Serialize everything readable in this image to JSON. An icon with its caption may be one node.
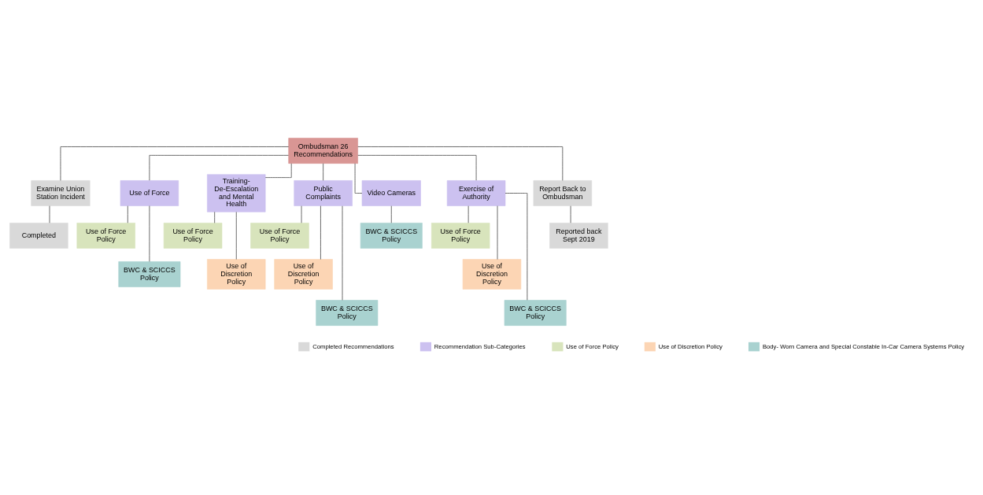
{
  "diagram": {
    "nodes": [
      {
        "text": [
          "Ombudsman 26 Recommendations"
        ]
      },
      {
        "text": [
          "Examine Union Station Incident"
        ]
      },
      {
        "text": [
          "Use of Force"
        ]
      },
      {
        "text": [
          "Training- De-Escalation and Mental Health"
        ]
      },
      {
        "text": [
          "Public Complaints"
        ]
      },
      {
        "text": [
          "Video Cameras"
        ]
      },
      {
        "text": [
          "Exercise of Authority"
        ]
      },
      {
        "text": [
          "Report Back to Ombudsman"
        ]
      },
      {
        "text": [
          "Completed"
        ]
      },
      {
        "text": [
          "Use of Force Policy"
        ]
      },
      {
        "text": [
          "BWC & SCICCS Policy"
        ]
      },
      {
        "text": [
          "Use of Force Policy"
        ]
      },
      {
        "text": [
          "Use of Discretion Policy"
        ]
      },
      {
        "text": [
          "Use of Force Policy"
        ]
      },
      {
        "text": [
          "Use of Discretion Policy"
        ]
      },
      {
        "text": [
          "BWC & SCICCS Policy"
        ]
      },
      {
        "text": [
          "BWC & SCICCS Policy"
        ]
      },
      {
        "text": [
          "Use of Force Policy"
        ]
      },
      {
        "text": [
          "Use of Discretion Policy"
        ]
      },
      {
        "text": [
          "BWC & SCICCS Policy"
        ]
      },
      {
        "text": [
          "Reported back Sept 2019"
        ]
      }
    ],
    "edges": [
      {
        "from": 0,
        "to": 1,
        "arrow": "none"
      },
      {
        "from": 0,
        "to": 2,
        "arrow": "none"
      },
      {
        "from": 0,
        "to": 3,
        "arrow": "none"
      },
      {
        "from": 0,
        "to": 4,
        "arrow": "none"
      },
      {
        "from": 0,
        "to": 5,
        "arrow": "none"
      },
      {
        "from": 0,
        "to": 6,
        "arrow": "none"
      },
      {
        "from": 0,
        "to": 7,
        "arrow": "none"
      },
      {
        "from": 1,
        "to": 8,
        "arrow": "none"
      },
      {
        "from": 2,
        "to": 9,
        "arrow": "none"
      },
      {
        "from": 2,
        "to": 10,
        "arrow": "none"
      },
      {
        "from": 3,
        "to": 11,
        "arrow": "none"
      },
      {
        "from": 3,
        "to": 12,
        "arrow": "none"
      },
      {
        "from": 4,
        "to": 13,
        "arrow": "none"
      },
      {
        "from": 4,
        "to": 14,
        "arrow": "none"
      },
      {
        "from": 4,
        "to": 15,
        "arrow": "none"
      },
      {
        "from": 5,
        "to": 16,
        "arrow": "none"
      },
      {
        "from": 6,
        "to": 17,
        "arrow": "none"
      },
      {
        "from": 6,
        "to": 18,
        "arrow": "none"
      },
      {
        "from": 6,
        "to": 19,
        "arrow": "none"
      },
      {
        "from": 7,
        "to": 20,
        "arrow": "none"
      }
    ],
    "legend": [
      {
        "text": "Completed Recommendations",
        "color": "#d9d9d9"
      },
      {
        "text": "Recommendation Sub-Categories",
        "color": "#ccc1f0"
      },
      {
        "text": "Use of Force Policy",
        "color": "#d8e4bc"
      },
      {
        "text": "Use of Discretion Policy",
        "color": "#fcd5b4"
      },
      {
        "text": "Body- Worn Camera and Special Constable In-Car Camera Systems Policy",
        "color": "#a9d2d0"
      }
    ]
  }
}
